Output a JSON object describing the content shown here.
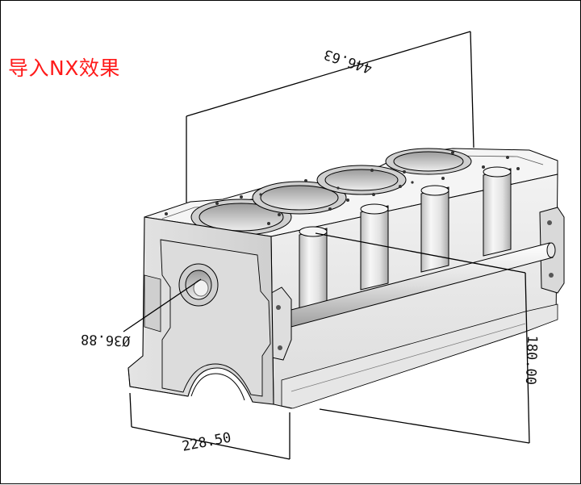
{
  "caption": "导入NX效果",
  "dimensions": {
    "length": "446.63",
    "height": "180.00",
    "width": "228.50",
    "bore": "Ø36.88"
  },
  "colors": {
    "caption": "#ff1a1a",
    "model_light": "#e9e9e9",
    "model_mid": "#d6d6d6",
    "model_dark": "#b8b8b8",
    "edge": "#000000"
  }
}
